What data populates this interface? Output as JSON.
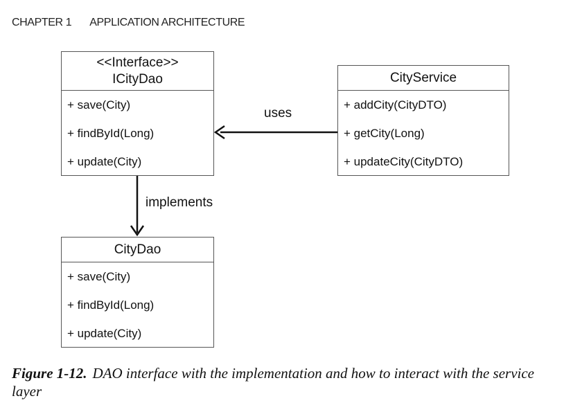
{
  "header": {
    "chapter": "CHAPTER 1",
    "section": "APPLICATION ARCHITECTURE"
  },
  "diagram": {
    "icitydao": {
      "stereotype": "<<Interface>>",
      "name": "ICityDao",
      "operations": [
        "+ save(City)",
        "+ findById(Long)",
        "+ update(City)"
      ]
    },
    "cityservice": {
      "name": "CityService",
      "operations": [
        "+ addCity(CityDTO)",
        "+ getCity(Long)",
        "+ updateCity(CityDTO)"
      ]
    },
    "citydao": {
      "name": "CityDao",
      "operations": [
        "+ save(City)",
        "+ findById(Long)",
        "+ update(City)"
      ]
    },
    "relations": {
      "uses": "uses",
      "implements": "implements"
    }
  },
  "caption": {
    "figure": "Figure 1-12.",
    "text": "DAO interface with the implementation and how to interact with the service layer"
  }
}
